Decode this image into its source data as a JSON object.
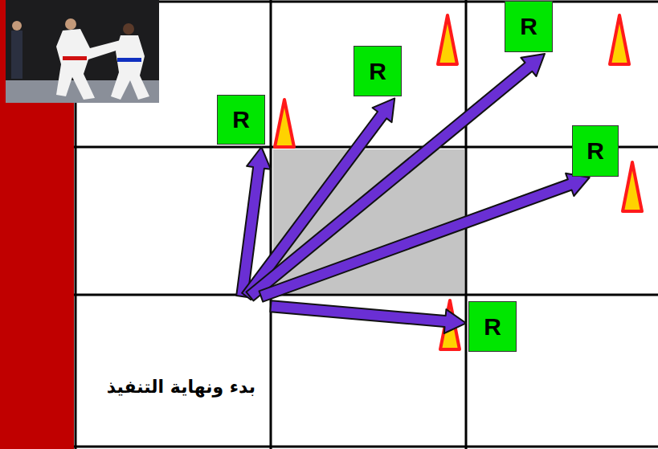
{
  "diagram": {
    "nodes": [
      {
        "text": [
          "R"
        ]
      },
      {
        "text": [
          "R"
        ]
      },
      {
        "text": [
          "R"
        ]
      },
      {
        "text": [
          "R"
        ]
      },
      {
        "text": [
          "بدء ونهاية التنفيذ"
        ]
      },
      {
        "text": [
          "R"
        ]
      }
    ],
    "edges": [
      {
        "from": 4,
        "to": 2,
        "arrow": "to"
      },
      {
        "from": 4,
        "to": 1,
        "arrow": "to"
      },
      {
        "from": 4,
        "to": 0,
        "arrow": "to"
      },
      {
        "from": 4,
        "to": 3,
        "arrow": "to"
      },
      {
        "from": 4,
        "to": 5,
        "arrow": "to"
      }
    ]
  }
}
